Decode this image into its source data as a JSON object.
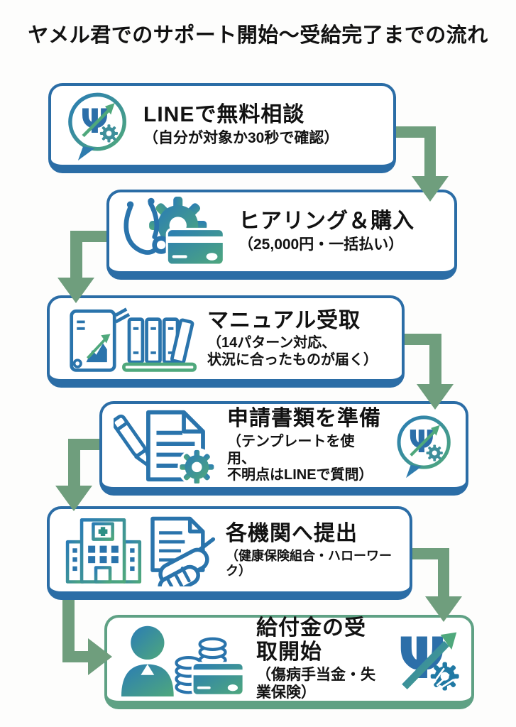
{
  "page": {
    "title": "ヤメル君でのサポート開始〜受給完了までの流れ"
  },
  "colors": {
    "box_border_blue": "#2b6da6",
    "box_border_green": "#5fa184",
    "arrow_green": "#6f9e7d",
    "icon_blue": "#2a74ac",
    "icon_teal": "#2079a4",
    "icon_green": "#4fa87c",
    "text": "#121212",
    "background": "#fdfdfc"
  },
  "steps": [
    {
      "title": "LINEで無料相談",
      "subtitle": "（自分が対象か30秒で確認）",
      "icons": [
        "psi-chat-logo"
      ]
    },
    {
      "title": "ヒアリング＆購入",
      "subtitle": "（25,000円・一括払い）",
      "icons": [
        "stethoscope",
        "gear",
        "credit-card"
      ]
    },
    {
      "title": "マニュアル受取",
      "subtitle": "（14パターン対応、",
      "subtitle2": "状況に合ったものが届く）",
      "icons": [
        "binder-chart",
        "books-shelf"
      ]
    },
    {
      "title": "申請書類を準備",
      "subtitle": "（テンプレートを使用、",
      "subtitle2": "不明点はLINEで質問）",
      "icons": [
        "pen",
        "document-gear",
        "psi-chat-logo"
      ]
    },
    {
      "title": "各機関へ提出",
      "subtitle": "（健康保険組合・ハローワーク）",
      "icons": [
        "hospital",
        "document-handshake"
      ]
    },
    {
      "title": "給付金の受取開始",
      "subtitle": "（傷病手当金・失業保険）",
      "icons": [
        "person",
        "coin-stacks",
        "credit-card",
        "psi-logo"
      ]
    }
  ],
  "flow": [
    {
      "from": 1,
      "to": 2,
      "side": "right"
    },
    {
      "from": 2,
      "to": 3,
      "side": "left"
    },
    {
      "from": 3,
      "to": 4,
      "side": "right"
    },
    {
      "from": 4,
      "to": 5,
      "side": "left"
    },
    {
      "from": 5,
      "to": 6,
      "side": "left-bottom"
    },
    {
      "from": 5,
      "to": 6,
      "side": "right"
    }
  ]
}
